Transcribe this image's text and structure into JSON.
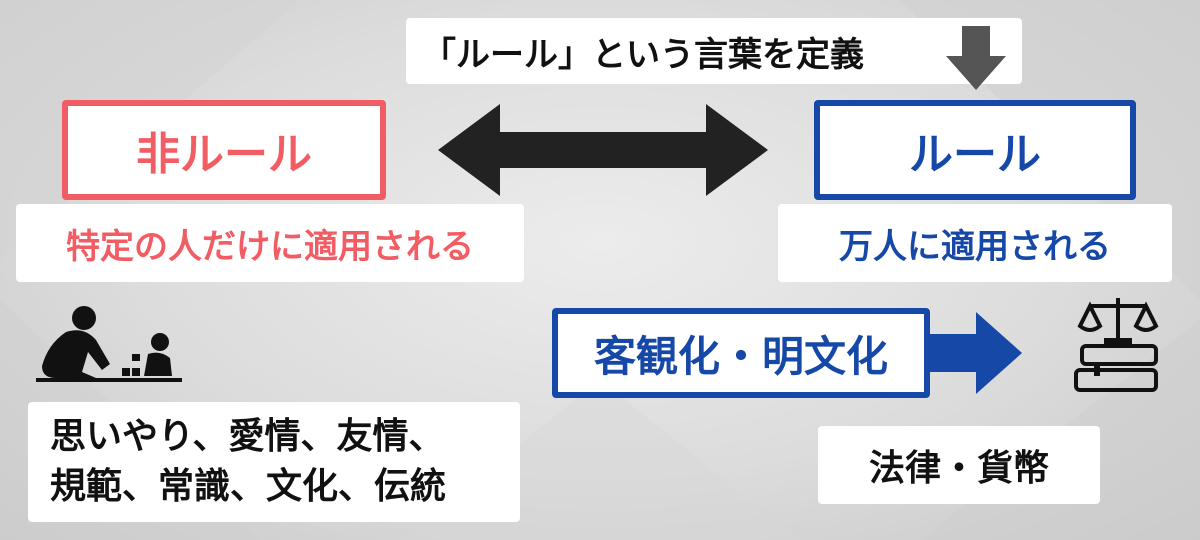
{
  "banner": {
    "text": "「ルール」という言葉を定義"
  },
  "left": {
    "title": "非ルール",
    "description": "特定の人だけに適用される",
    "examples_line1": "思いやり、愛情、友情、",
    "examples_line2": "規範、常識、文化、伝統"
  },
  "right": {
    "title": "ルール",
    "description": "万人に適用される",
    "process": "客観化・明文化",
    "examples": "法律・貨幣"
  },
  "icons": {
    "down_arrow": "down-arrow-icon",
    "double_arrow": "double-arrow-icon",
    "right_arrow": "right-arrow-icon",
    "people": "parent-child-playing-icon",
    "law": "scales-on-books-icon"
  },
  "colors": {
    "red": "#f25c63",
    "blue": "#1648a8",
    "dark": "#222222",
    "gray_arrow": "#555555"
  }
}
